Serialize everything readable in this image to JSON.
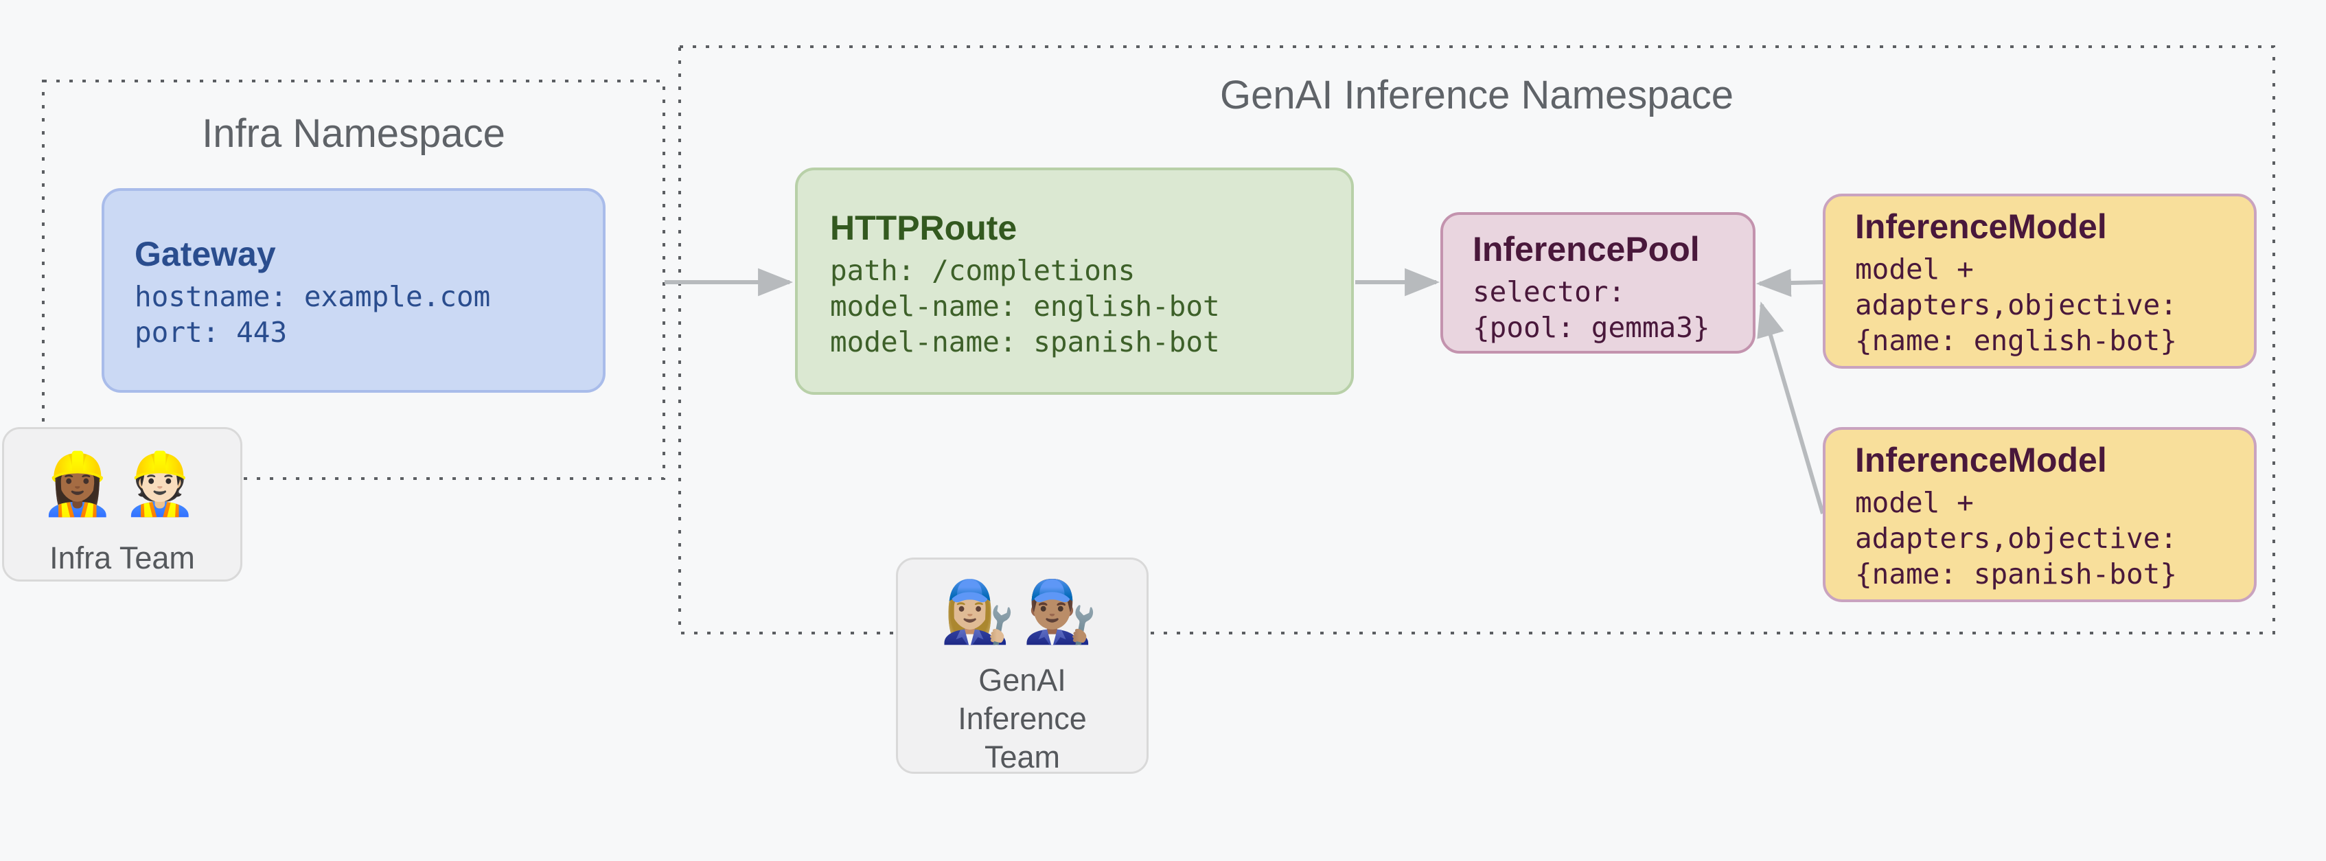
{
  "canvas": {
    "background": "#f7f8f9"
  },
  "infra_namespace": {
    "title": "Infra Namespace",
    "gateway": {
      "title": "Gateway",
      "lines": [
        "hostname: example.com",
        "port: 443"
      ]
    },
    "team": {
      "icon": "👷🏾‍♀️👷🏻",
      "label": "Infra Team"
    }
  },
  "genai_namespace": {
    "title": "GenAI Inference Namespace",
    "httproute": {
      "title": "HTTPRoute",
      "lines": [
        "path: /completions",
        "model-name: english-bot",
        "model-name: spanish-bot"
      ]
    },
    "inference_pool": {
      "title": "InferencePool",
      "lines": [
        "selector:",
        "{pool: gemma3}"
      ]
    },
    "inference_model_english": {
      "title": "InferenceModel",
      "lines": [
        "model +",
        "adapters,objective:",
        "{name: english-bot}"
      ]
    },
    "inference_model_spanish": {
      "title": "InferenceModel",
      "lines": [
        "model +",
        "adapters,objective:",
        "{name: spanish-bot}"
      ]
    },
    "team": {
      "icon": "👩🏼‍🔧👨🏽‍🔧",
      "label_lines": [
        "GenAI",
        "Inference",
        "Team"
      ]
    }
  },
  "colors": {
    "background": "#f7f8f9",
    "namespace_border": "#5b5e62",
    "namespace_title": "#5f6368",
    "gateway_fill": "#cbd9f4",
    "gateway_border": "#a9bcea",
    "gateway_text": "#2a4d8e",
    "httproute_fill": "#dbe8d2",
    "httproute_border": "#b8d0a8",
    "httproute_text": "#33591f",
    "pool_fill": "#e9d5df",
    "pool_border": "#c393ae",
    "model_fill": "#f8df9b",
    "model_border": "#c9a3bf",
    "resource_maroon_text": "#49183b",
    "team_fill": "#f1f1f2",
    "team_border": "#d9d9d9",
    "team_text": "#55585c",
    "arrow": "#b7babd"
  }
}
